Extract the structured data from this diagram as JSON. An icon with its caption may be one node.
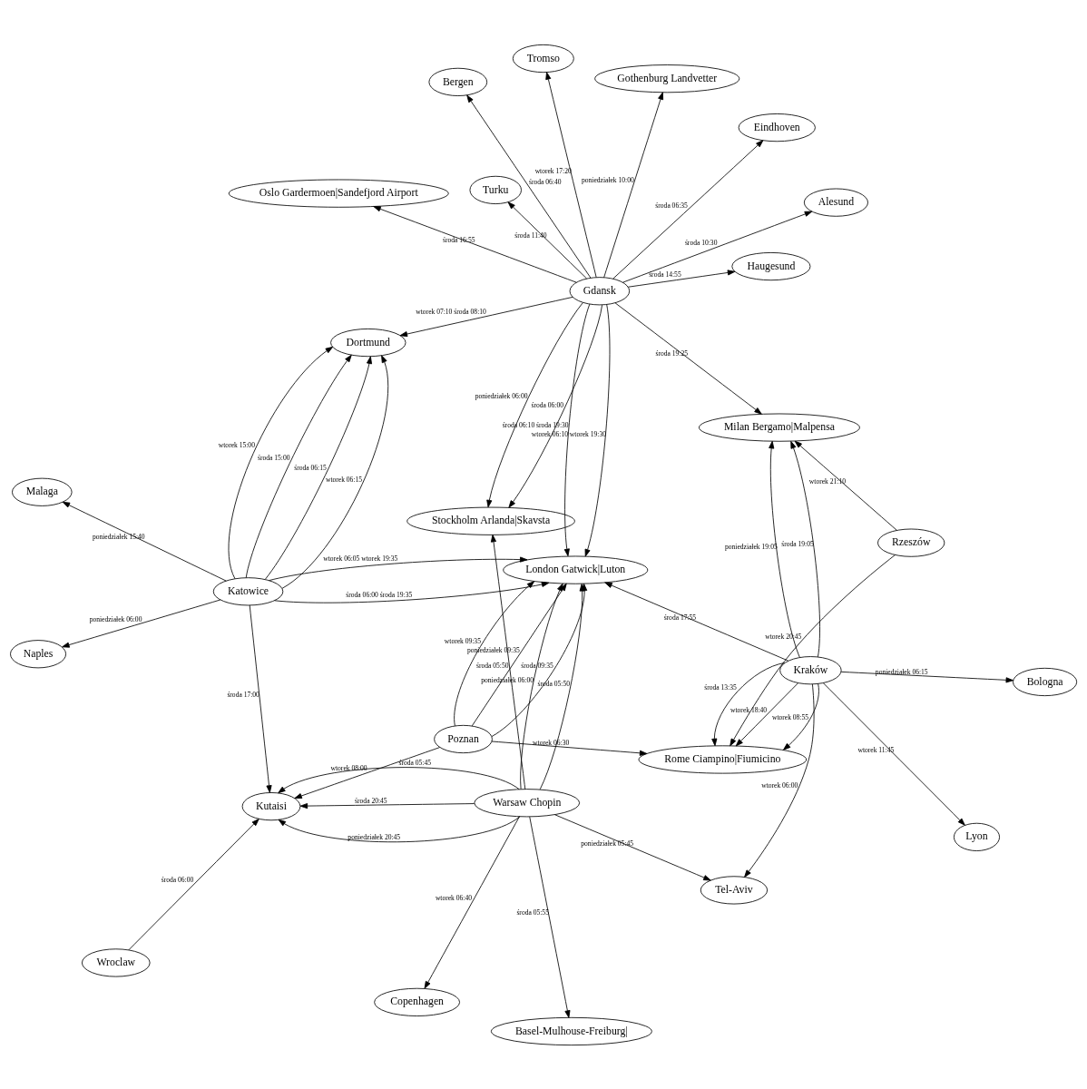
{
  "diagram": {
    "nodes": [
      {
        "text": [
          "Wroclaw"
        ]
      },
      {
        "text": [
          "Naples"
        ]
      },
      {
        "text": [
          "Lyon"
        ]
      },
      {
        "text": [
          "Poznan"
        ]
      },
      {
        "text": [
          "Kutaisi"
        ]
      },
      {
        "text": [
          "Katowice"
        ]
      },
      {
        "text": [
          "Malaga"
        ]
      },
      {
        "text": [
          "Bologna"
        ]
      },
      {
        "text": [
          "Rome Ciampino|Fiumicino"
        ]
      },
      {
        "text": [
          "Kraków"
        ]
      },
      {
        "text": [
          "Tel-Aviv"
        ]
      },
      {
        "text": [
          "London Gatwick|Luton"
        ]
      },
      {
        "text": [
          "Rzeszów"
        ]
      },
      {
        "text": [
          "Dortmund"
        ]
      },
      {
        "text": [
          "Milan Bergamo|Malpensa"
        ]
      },
      {
        "text": [
          "Basel-Mulhouse-Freiburg|"
        ]
      },
      {
        "text": [
          "Warsaw Chopin"
        ]
      },
      {
        "text": [
          "Bergen"
        ]
      },
      {
        "text": [
          "Oslo Gardermoen|Sandefjord Airport"
        ]
      },
      {
        "text": [
          "Stockholm Arlanda|Skavsta"
        ]
      },
      {
        "text": [
          "Gdansk"
        ]
      },
      {
        "text": [
          "Copenhagen"
        ]
      },
      {
        "text": [
          "Gothenburg Landvetter"
        ]
      },
      {
        "text": [
          "Eindhoven"
        ]
      },
      {
        "text": [
          "Tromso"
        ]
      },
      {
        "text": [
          "Haugesund"
        ]
      },
      {
        "text": [
          "Alesund"
        ]
      },
      {
        "text": [
          "Turku"
        ]
      }
    ],
    "edges": [
      {
        "from": 0,
        "to": 4,
        "arrow": "to",
        "label": "środa 06:00"
      },
      {
        "from": 3,
        "to": 4,
        "arrow": "to",
        "label": "wtorek 08:00"
      },
      {
        "from": 3,
        "to": 11,
        "arrow": "to",
        "label": "wtorek 09:35"
      },
      {
        "from": 3,
        "to": 11,
        "arrow": "to",
        "label": "środa 09:35"
      },
      {
        "from": 3,
        "to": 11,
        "arrow": "to",
        "label": "poniedziałek 09:35"
      },
      {
        "from": 3,
        "to": 8,
        "arrow": "to",
        "label": "wtorek 06:30"
      },
      {
        "from": 5,
        "to": 4,
        "arrow": "to",
        "label": "środa 17:00"
      },
      {
        "from": 5,
        "to": 1,
        "arrow": "to",
        "label": "poniedziałek 06:00"
      },
      {
        "from": 5,
        "to": 6,
        "arrow": "to",
        "label": "poniedziałek 15:40"
      },
      {
        "from": 5,
        "to": 13,
        "arrow": "to",
        "label": "wtorek 15:00"
      },
      {
        "from": 5,
        "to": 13,
        "arrow": "to",
        "label": "wtorek 06:15"
      },
      {
        "from": 5,
        "to": 13,
        "arrow": "to",
        "label": "środa 06:15"
      },
      {
        "from": 5,
        "to": 13,
        "arrow": "to",
        "label": "środa 15:00"
      },
      {
        "from": 5,
        "to": 11,
        "arrow": "to",
        "label": "wtorek 06:05 wtorek 19:35"
      },
      {
        "from": 5,
        "to": 11,
        "arrow": "to",
        "label": "środa 06:00 środa 19:35"
      },
      {
        "from": 9,
        "to": 2,
        "arrow": "to",
        "label": "wtorek 11:45"
      },
      {
        "from": 9,
        "to": 7,
        "arrow": "to",
        "label": "poniedziałek 06:15"
      },
      {
        "from": 9,
        "to": 10,
        "arrow": "to",
        "label": "wtorek 06:00"
      },
      {
        "from": 9,
        "to": 8,
        "arrow": "to",
        "label": "wtorek 08:55"
      },
      {
        "from": 9,
        "to": 8,
        "arrow": "to",
        "label": "środa 13:35"
      },
      {
        "from": 9,
        "to": 8,
        "arrow": "to",
        "label": "wtorek 18:40"
      },
      {
        "from": 9,
        "to": 11,
        "arrow": "to",
        "label": "środa 17:55"
      },
      {
        "from": 9,
        "to": 14,
        "arrow": "to",
        "label": "poniedziałek 19:05"
      },
      {
        "from": 9,
        "to": 14,
        "arrow": "to",
        "label": "środa 19:05"
      },
      {
        "from": 12,
        "to": 8,
        "arrow": "to",
        "label": "wtorek 20:45"
      },
      {
        "from": 12,
        "to": 14,
        "arrow": "to",
        "label": "wtorek 21:10"
      },
      {
        "from": 16,
        "to": 4,
        "arrow": "to",
        "label": "poniedziałek 20:45"
      },
      {
        "from": 16,
        "to": 4,
        "arrow": "to",
        "label": "środa 05:45"
      },
      {
        "from": 16,
        "to": 4,
        "arrow": "to",
        "label": "środa 20:45"
      },
      {
        "from": 16,
        "to": 11,
        "arrow": "to",
        "label": "poniedziałek 06:00"
      },
      {
        "from": 16,
        "to": 11,
        "arrow": "to",
        "label": "środa 05:50"
      },
      {
        "from": 16,
        "to": 10,
        "arrow": "to",
        "label": "poniedziałek 05:45"
      },
      {
        "from": 16,
        "to": 15,
        "arrow": "to",
        "label": "środa 05:55"
      },
      {
        "from": 16,
        "to": 21,
        "arrow": "to",
        "label": "wtorek 06:40"
      },
      {
        "from": 16,
        "to": 19,
        "arrow": "to",
        "label": "środa 05:50"
      },
      {
        "from": 20,
        "to": 14,
        "arrow": "to",
        "label": "środa 19:25"
      },
      {
        "from": 20,
        "to": 11,
        "arrow": "to",
        "label": "wtorek 06:10 wtorek 19:30"
      },
      {
        "from": 20,
        "to": 11,
        "arrow": "to",
        "label": "środa 06:10 środa 19:30"
      },
      {
        "from": 20,
        "to": 13,
        "arrow": "to",
        "label": "wtorek 07:10 środa 08:10"
      },
      {
        "from": 20,
        "to": 17,
        "arrow": "to",
        "label": "środa 06:40"
      },
      {
        "from": 20,
        "to": 18,
        "arrow": "to",
        "label": "środa 16:55"
      },
      {
        "from": 20,
        "to": 19,
        "arrow": "to",
        "label": "środa 06:00"
      },
      {
        "from": 20,
        "to": 19,
        "arrow": "to",
        "label": "poniedziałek 06:00"
      },
      {
        "from": 20,
        "to": 22,
        "arrow": "to",
        "label": "poniedziałek 10:00"
      },
      {
        "from": 20,
        "to": 23,
        "arrow": "to",
        "label": "środa 06:35"
      },
      {
        "from": 20,
        "to": 25,
        "arrow": "to",
        "label": "środa 14:55"
      },
      {
        "from": 20,
        "to": 24,
        "arrow": "to",
        "label": "wtorek 17:20"
      },
      {
        "from": 20,
        "to": 27,
        "arrow": "to",
        "label": "środa 11:40"
      },
      {
        "from": 20,
        "to": 26,
        "arrow": "to",
        "label": "środa 10:30"
      }
    ]
  }
}
